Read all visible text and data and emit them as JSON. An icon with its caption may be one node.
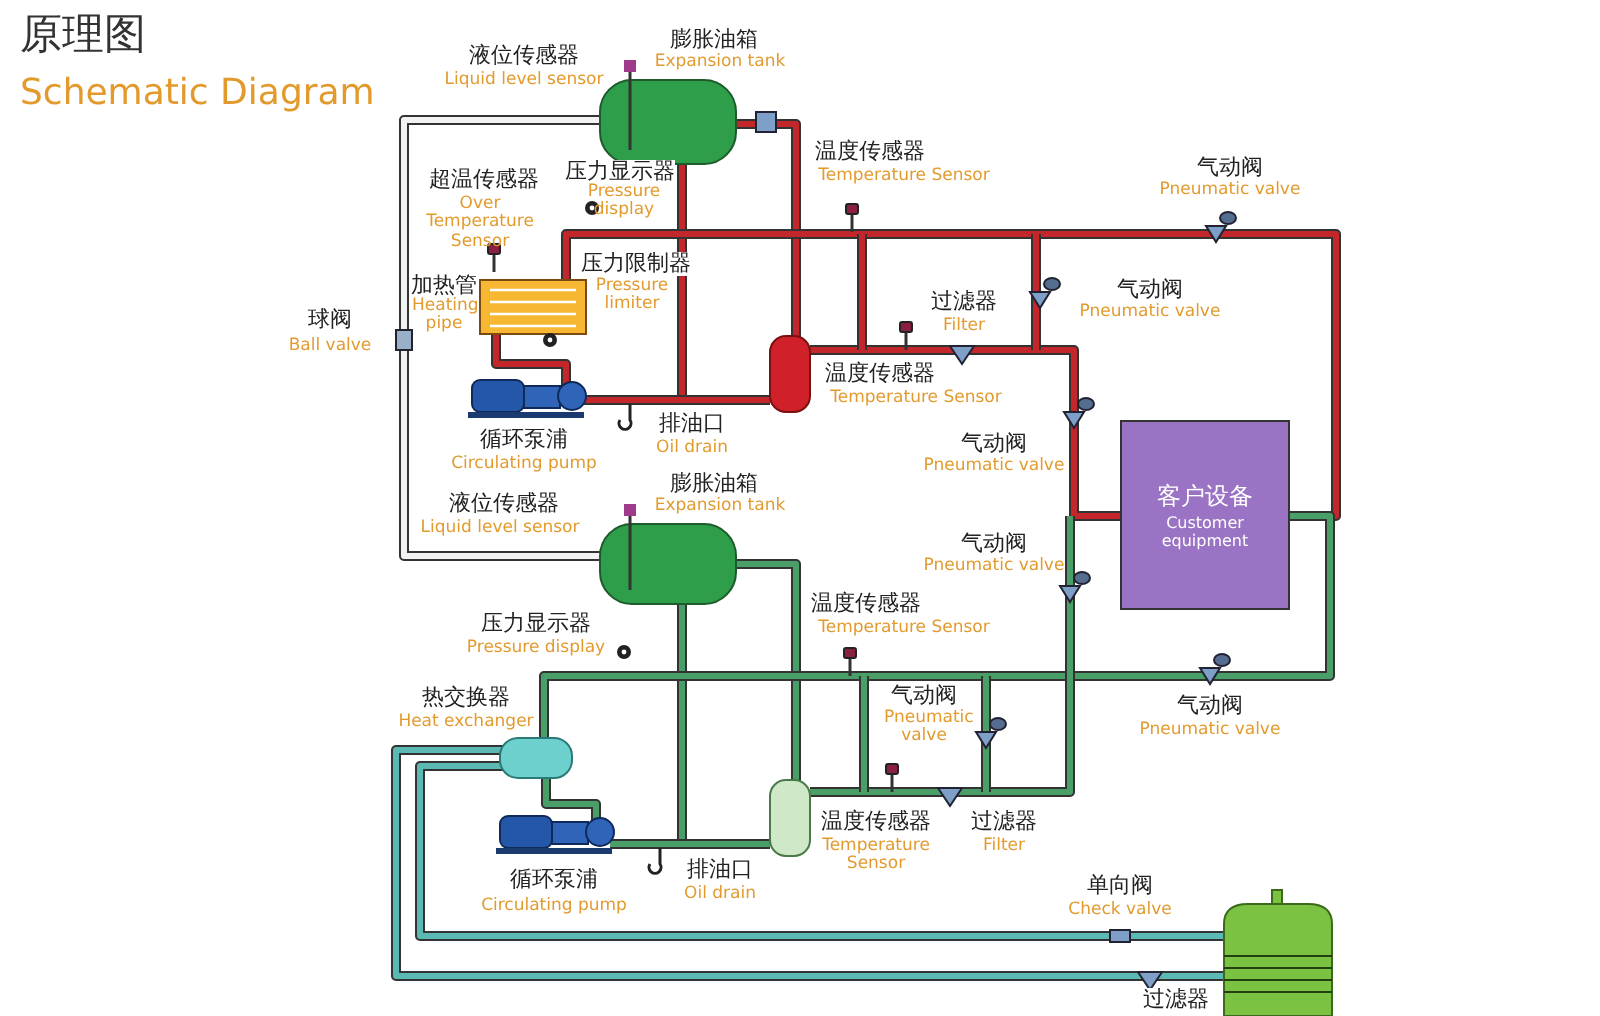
{
  "diagram": {
    "title": "原理图",
    "nodes": [
      {
        "text": [
          "客户设备",
          "Customer equipment"
        ]
      }
    ],
    "labels": [
      "Schematic Diagram",
      "液位传感器",
      "Liquid level sensor",
      "膨胀油箱",
      "Expansion tank",
      "温度传感器",
      "Temperature Sensor",
      "气动阀",
      "Pneumatic valve",
      "超温传感器",
      "Over Temperature Sensor",
      "压力显示器",
      "Pressure display",
      "加热管",
      "Heating pipe",
      "压力限制器",
      "Pressure limiter",
      "过滤器",
      "Filter",
      "气动阀",
      "Pneumatic valve",
      "球阀",
      "Ball valve",
      "温度传感器",
      "Temperature Sensor",
      "循环泵浦",
      "Circulating pump",
      "排油口",
      "Oil drain",
      "气动阀",
      "Pneumatic valve",
      "液位传感器",
      "Liquid level sensor",
      "膨胀油箱",
      "Expansion tank",
      "气动阀",
      "Pneumatic valve",
      "温度传感器",
      "Temperature Sensor",
      "压力显示器",
      "Pressure display",
      "热交换器",
      "Heat exchanger",
      "气动阀",
      "Pneumatic valve",
      "气动阀",
      "Pneumatic valve",
      "温度传感器",
      "Temperature Sensor",
      "过滤器",
      "Filter",
      "循环泵浦",
      "Circulating pump",
      "排油口",
      "Oil drain",
      "单向阀",
      "Check valve",
      "过滤器"
    ]
  }
}
